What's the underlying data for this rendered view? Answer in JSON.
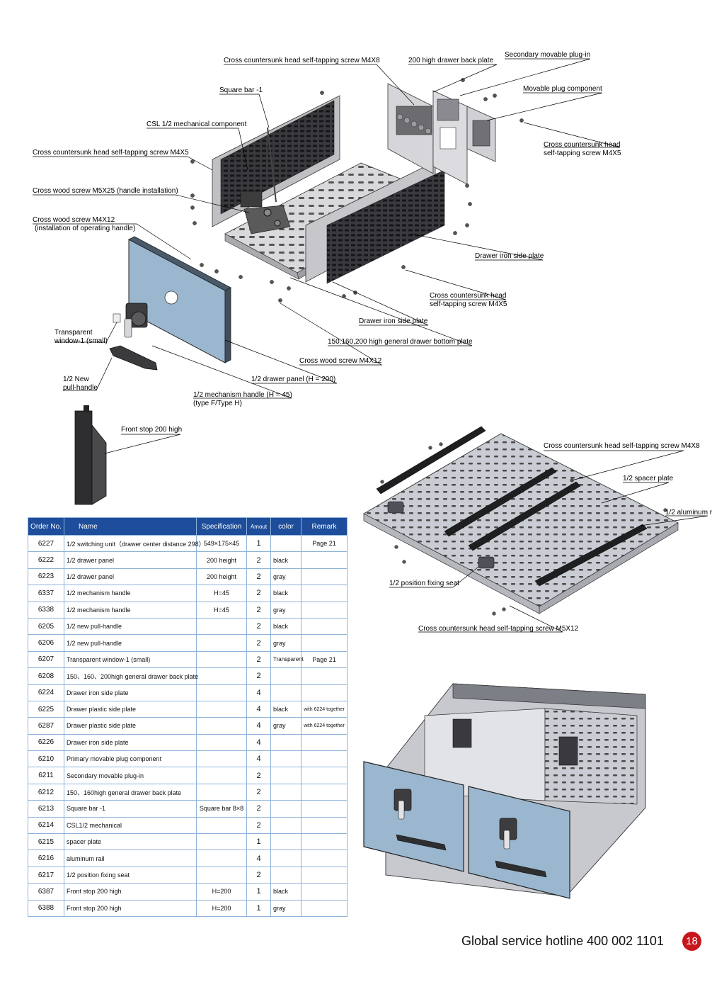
{
  "callouts": {
    "c1": "Cross countersunk head self-tapping screw M4X8",
    "c2": "200 high drawer back plate",
    "c3": "Secondary movable plug-in",
    "c4": "Movable plug component",
    "c5": "Square bar -1",
    "c6": "CSL 1/2 mechanical component",
    "c7a": "Cross countersunk head",
    "c7b": "self-tapping screw M4X5",
    "c8": "Cross countersunk head self-tapping screw M4X5",
    "c9": "Cross wood screw M5X25 (handle installation)",
    "c10a": "Cross wood screw M4X12",
    "c10b": "(installation of operating handle)",
    "c11": "Drawer iron side plate",
    "c12a": "Cross countersunk head",
    "c12b": "self-tapping screw M4X5",
    "c13": "Drawer iron side plate",
    "c14a": "Transparent",
    "c14b": "window-1 (small)",
    "c15": "150,160,200 high general drawer bottom plate",
    "c16": "Cross wood screw M4X12",
    "c17a": "1/2 New",
    "c17b": "pull-handle",
    "c18": "1/2 drawer panel (H = 200)",
    "c19a": "1/2 mechanism handle (H = 45)",
    "c19b": "(type F/Type H)",
    "c20": "Front stop 200 high",
    "c21": "Cross countersunk head self-tapping screw M4X8",
    "c22": "1/2 spacer plate",
    "c23": "1/2 aluminum r",
    "c24": "1/2 position fixing seat",
    "c25": "Cross countersunk head self-tapping screw M5X12"
  },
  "table": {
    "headers": [
      "Order No.",
      "Name",
      "Specification",
      "Amout",
      "color",
      "Remark"
    ],
    "rows": [
      [
        "6227",
        "1/2 switching unit（drawer center distance 298）",
        "549×175×45",
        "1",
        "",
        "Page 21"
      ],
      [
        "6222",
        "1/2 drawer panel",
        "200 height",
        "2",
        "black",
        ""
      ],
      [
        "6223",
        "1/2 drawer panel",
        "200 height",
        "2",
        "gray",
        ""
      ],
      [
        "6337",
        "1/2 mechanism handle",
        "H=45",
        "2",
        "black",
        ""
      ],
      [
        "6338",
        "1/2 mechanism handle",
        "H=45",
        "2",
        "gray",
        ""
      ],
      [
        "6205",
        "1/2 new pull-handle",
        "",
        "2",
        "black",
        ""
      ],
      [
        "6206",
        "1/2 new pull-handle",
        "",
        "2",
        "gray",
        ""
      ],
      [
        "6207",
        "Transparent window-1 (small)",
        "",
        "2",
        "Transparent",
        "Page 21"
      ],
      [
        "6208",
        "150、160、200high general drawer back plate",
        "",
        "2",
        "",
        ""
      ],
      [
        "6224",
        "Drawer iron side plate",
        "",
        "4",
        "",
        ""
      ],
      [
        "6225",
        "Drawer plastic side plate",
        "",
        "4",
        "black",
        "with 6224 together"
      ],
      [
        "6287",
        "Drawer plastic side plate",
        "",
        "4",
        "gray",
        "with 6224 together"
      ],
      [
        "6226",
        "Drawer iron side plate",
        "",
        "4",
        "",
        ""
      ],
      [
        "6210",
        "Primary movable plug component",
        "",
        "4",
        "",
        ""
      ],
      [
        "6211",
        "Secondary movable plug-in",
        "",
        "2",
        "",
        ""
      ],
      [
        "6212",
        "150、160high general drawer back plate",
        "",
        "2",
        "",
        ""
      ],
      [
        "6213",
        "Square bar -1",
        "Square bar 8×8",
        "2",
        "",
        ""
      ],
      [
        "6214",
        "CSL1/2 mechanical",
        "",
        "2",
        "",
        ""
      ],
      [
        "6215",
        "spacer plate",
        "",
        "1",
        "",
        ""
      ],
      [
        "6216",
        "aluminum rail",
        "",
        "4",
        "",
        ""
      ],
      [
        "6217",
        "1/2 position fixing seat",
        "",
        "2",
        "",
        ""
      ],
      [
        "6387",
        "Front stop 200 high",
        "H=200",
        "1",
        "black",
        ""
      ],
      [
        "6388",
        "Front stop 200 high",
        "H=200",
        "1",
        "gray",
        ""
      ]
    ]
  },
  "footer": {
    "hotline": "Global service hotline 400 002 1101",
    "page_number": "18"
  },
  "colors": {
    "header_blue": "#1d4d9b",
    "grid_blue": "#8fb3d9",
    "panel_blue": "#9ab7cf",
    "page_badge_red": "#c8161d"
  }
}
